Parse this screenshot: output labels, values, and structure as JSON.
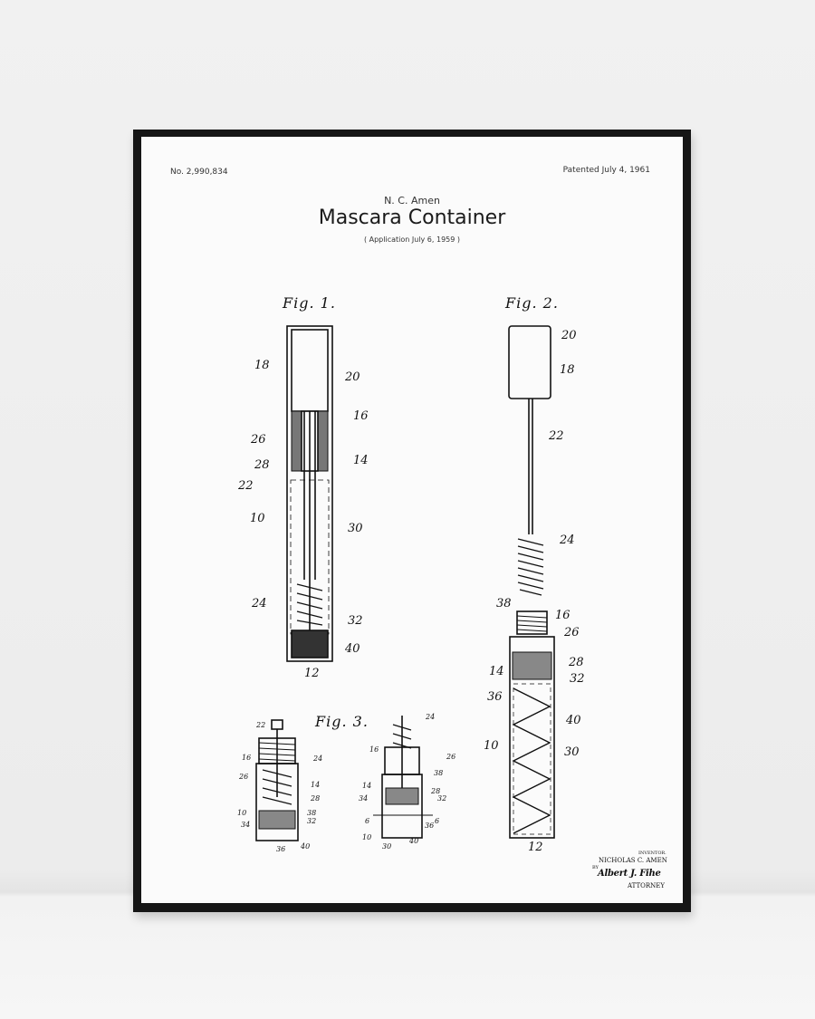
{
  "poster": {
    "patent_number": "No. 2,990,834",
    "patent_date": "Patented July 4, 1961",
    "author": "N. C. Amen",
    "title": "Mascara Container",
    "application": "( Application  July 6, 1959 )"
  },
  "figures": {
    "fig1": {
      "title": "Fig. 1.",
      "labels": [
        "18",
        "20",
        "16",
        "26",
        "14",
        "28",
        "22",
        "10",
        "30",
        "24",
        "32",
        "40",
        "12"
      ]
    },
    "fig2": {
      "title": "Fig. 2.",
      "labels": [
        "20",
        "18",
        "22",
        "24",
        "38",
        "16",
        "26",
        "28",
        "14",
        "32",
        "36",
        "40",
        "10",
        "30",
        "12"
      ]
    },
    "fig3": {
      "title": "Fig. 3.",
      "left_labels": [
        "22",
        "16",
        "24",
        "26",
        "14",
        "28",
        "10",
        "38",
        "32",
        "34",
        "36",
        "40"
      ],
      "right_labels": [
        "24",
        "16",
        "26",
        "38",
        "14",
        "28",
        "34",
        "32",
        "6",
        "6",
        "36",
        "10",
        "30",
        "40"
      ]
    }
  },
  "signature_block": {
    "inventor_label": "INVENTOR.",
    "inventor_name": "NICHOLAS C. AMEN",
    "by_label": "BY",
    "signature": "Albert J. Fihe",
    "attorney_label": "ATTORNEY"
  }
}
